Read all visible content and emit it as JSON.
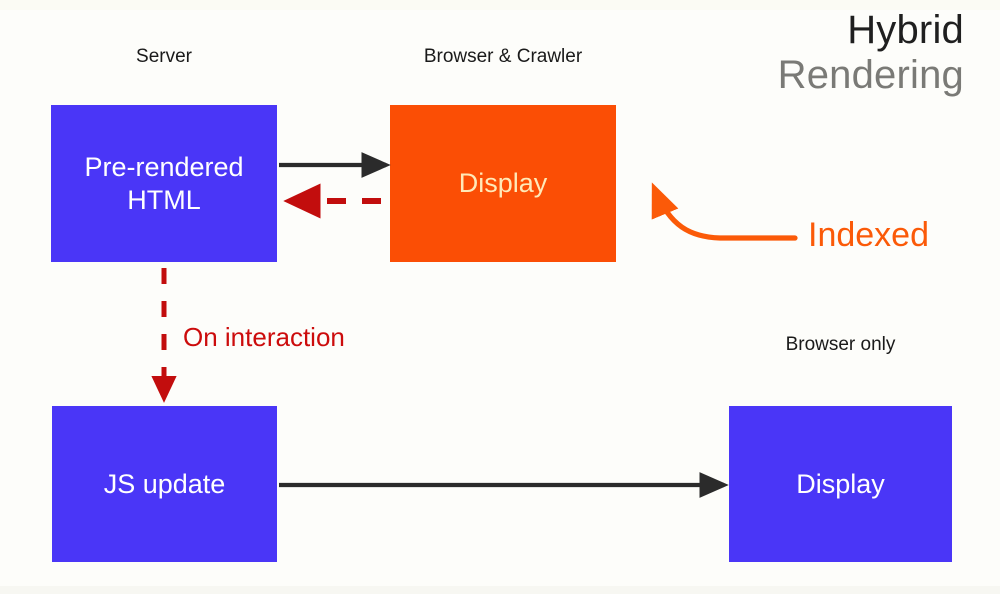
{
  "title": {
    "line1": "Hybrid",
    "line2": "Rendering"
  },
  "captions": {
    "server": "Server",
    "browser_crawler": "Browser & Crawler",
    "browser_only": "Browser only"
  },
  "nodes": [
    {
      "id": "pre-rendered-html",
      "label": "Pre-rendered\nHTML",
      "line1": "Pre-rendered",
      "line2": "HTML",
      "color": "#4a36f7",
      "text_color": "#ffffff"
    },
    {
      "id": "display-top",
      "label": "Display",
      "color": "#fb4e05",
      "text_color": "#ffe9b8"
    },
    {
      "id": "js-update",
      "label": "JS update",
      "color": "#4a36f7",
      "text_color": "#ffffff"
    },
    {
      "id": "display-bottom",
      "label": "Display",
      "color": "#4a36f7",
      "text_color": "#ffffff"
    }
  ],
  "edges": {
    "on_interaction": "On interaction",
    "indexed": "Indexed"
  },
  "colors": {
    "blue": "#4a36f7",
    "orange": "#fb4e05",
    "orange_arrow": "#fb5a08",
    "red_dashed": "#cc0c0c",
    "black_arrow": "#2b2b2b",
    "title_dark": "#1f1f1f",
    "title_gray": "#7a7a76",
    "background": "#fdfdfa"
  }
}
